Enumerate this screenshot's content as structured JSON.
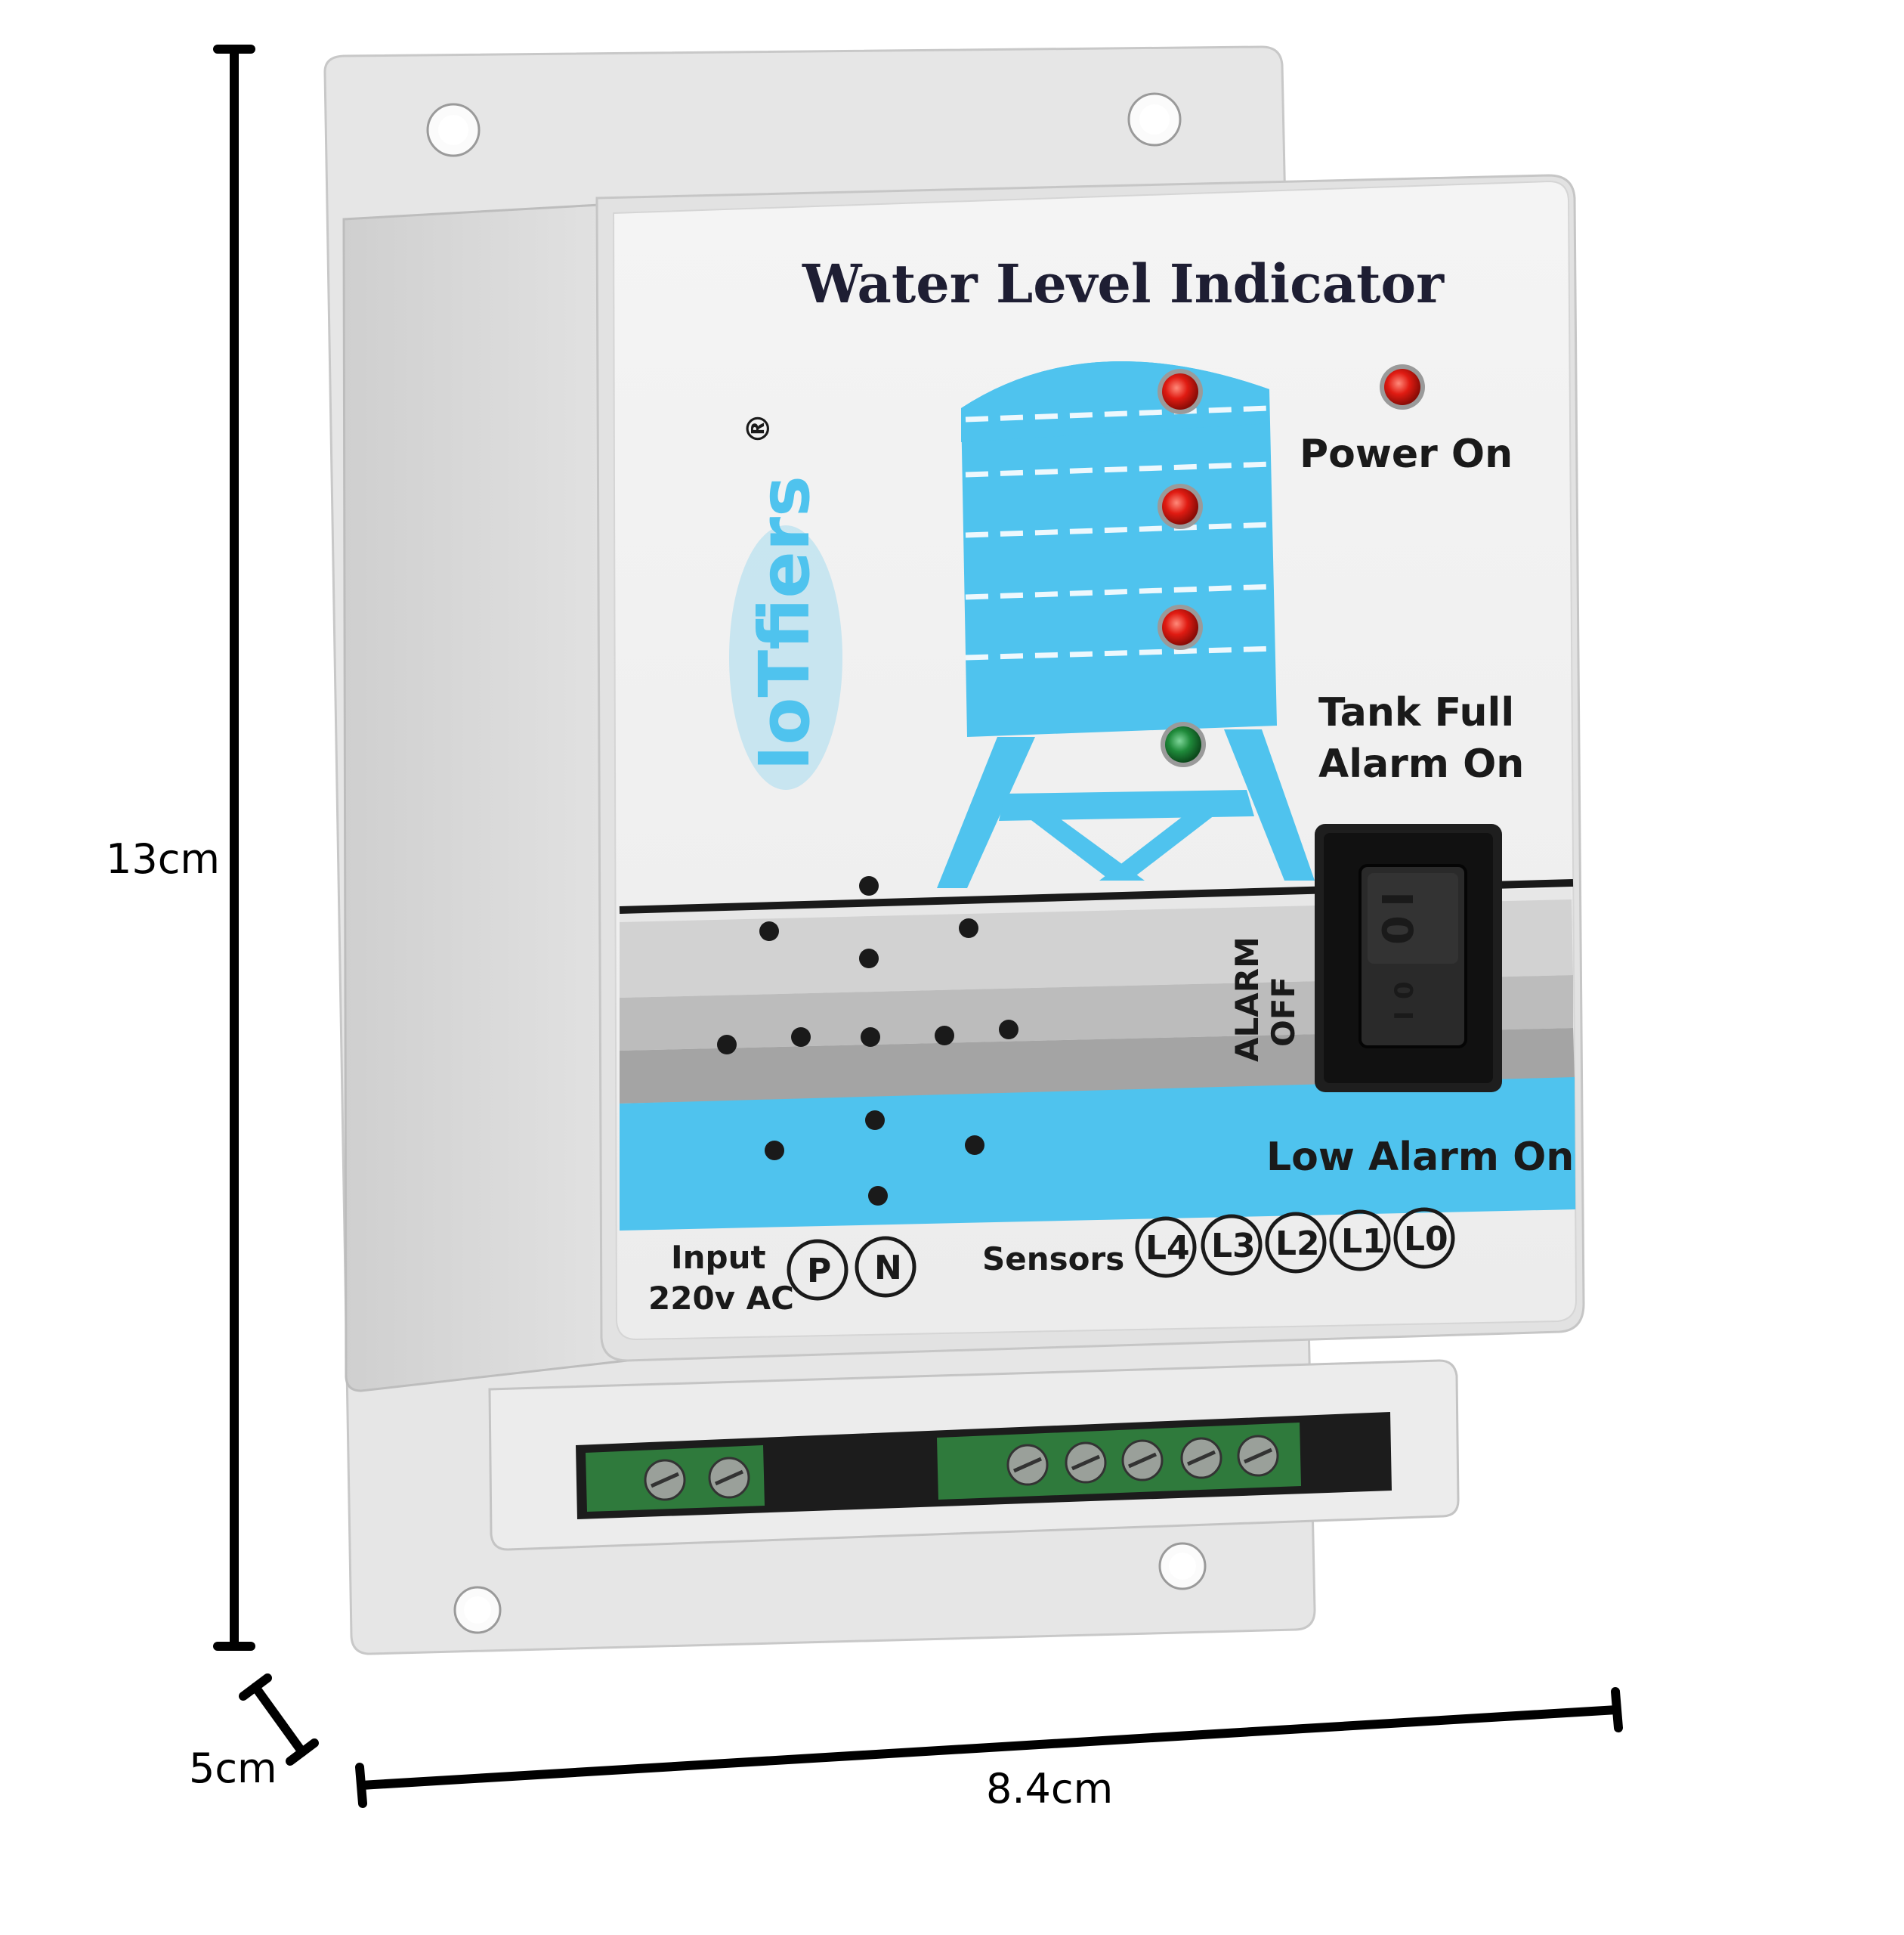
{
  "dimensions": {
    "height": "13cm",
    "depth": "5cm",
    "width": "8.4cm"
  },
  "device": {
    "title": "Water Level Indicator",
    "brand": "IoTfiers",
    "brand_mark": "®",
    "labels": {
      "power_on": "Power On",
      "tank_full_line1": "Tank Full",
      "tank_full_line2": "Alarm On",
      "alarm_off_line1": "ALARM",
      "alarm_off_line2": "OFF",
      "low_alarm": "Low Alarm On"
    },
    "input": {
      "line1": "Input",
      "line2": "220v AC",
      "terminals": [
        "P",
        "N"
      ]
    },
    "sensors": {
      "label": "Sensors",
      "terminals": [
        "L4",
        "L3",
        "L2",
        "L1",
        "L0"
      ]
    },
    "switch_symbols": [
      "0",
      "I"
    ],
    "leds": [
      {
        "name": "level-4",
        "color": "#e01b12"
      },
      {
        "name": "power",
        "color": "#e01b12"
      },
      {
        "name": "level-3",
        "color": "#e01b12"
      },
      {
        "name": "level-2",
        "color": "#e01b12"
      },
      {
        "name": "level-1",
        "color": "#1f8a3a"
      }
    ],
    "colors": {
      "tank_blue": "#4fc3ee",
      "band_light_gray": "#d4d4d4",
      "band_dark_gray": "#a9a9a9",
      "body": "#ededed"
    }
  }
}
